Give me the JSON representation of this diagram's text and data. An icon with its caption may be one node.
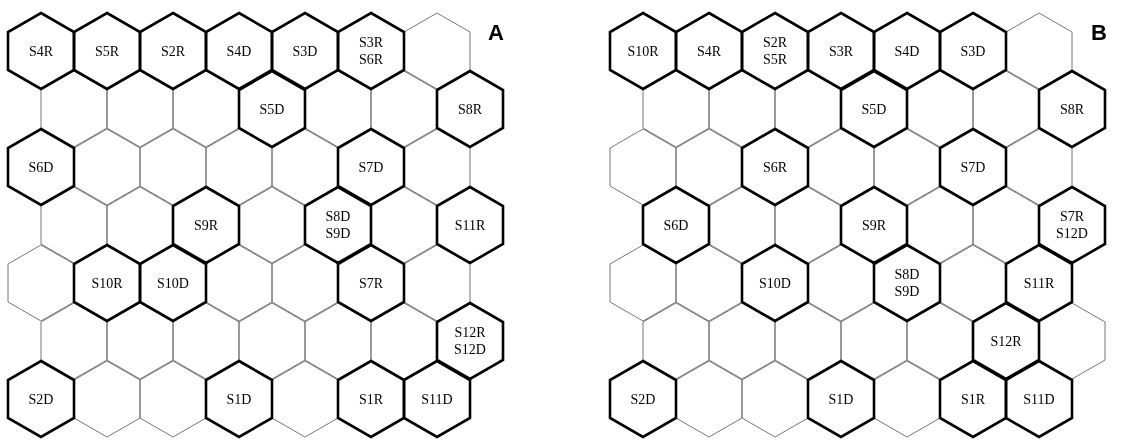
{
  "diagram": {
    "nodes": [
      {
        "text": [
          "S4R"
        ]
      },
      {
        "text": [
          "S5R"
        ]
      },
      {
        "text": [
          "S2R"
        ]
      },
      {
        "text": [
          "S4D"
        ]
      },
      {
        "text": [
          "S3D"
        ]
      },
      {
        "text": [
          "S3R",
          "S6R"
        ]
      },
      {
        "text": [],
        "shape": "hexagon"
      },
      {
        "text": [],
        "shape": "hexagon"
      },
      {
        "text": [],
        "shape": "hexagon"
      },
      {
        "text": [],
        "shape": "hexagon"
      },
      {
        "text": [
          "S5D"
        ]
      },
      {
        "text": [],
        "shape": "hexagon"
      },
      {
        "text": [],
        "shape": "hexagon"
      },
      {
        "text": [
          "S8R"
        ]
      },
      {
        "text": [
          "S6D"
        ]
      },
      {
        "text": [],
        "shape": "hexagon"
      },
      {
        "text": [],
        "shape": "hexagon"
      },
      {
        "text": [],
        "shape": "hexagon"
      },
      {
        "text": [],
        "shape": "hexagon"
      },
      {
        "text": [
          "S7D"
        ]
      },
      {
        "text": [],
        "shape": "hexagon"
      },
      {
        "text": [],
        "shape": "hexagon"
      },
      {
        "text": [],
        "shape": "hexagon"
      },
      {
        "text": [
          "S9R"
        ]
      },
      {
        "text": [],
        "shape": "hexagon"
      },
      {
        "text": [
          "S8D",
          "S9D"
        ]
      },
      {
        "text": [],
        "shape": "hexagon"
      },
      {
        "text": [
          "S11R"
        ]
      },
      {
        "text": [],
        "shape": "hexagon"
      },
      {
        "text": [
          "S10R"
        ]
      },
      {
        "text": [
          "S10D"
        ]
      },
      {
        "text": [],
        "shape": "hexagon"
      },
      {
        "text": [],
        "shape": "hexagon"
      },
      {
        "text": [
          "S7R"
        ]
      },
      {
        "text": [],
        "shape": "hexagon"
      },
      {
        "text": [],
        "shape": "hexagon"
      },
      {
        "text": [],
        "shape": "hexagon"
      },
      {
        "text": [],
        "shape": "hexagon"
      },
      {
        "text": [],
        "shape": "hexagon"
      },
      {
        "text": [],
        "shape": "hexagon"
      },
      {
        "text": [],
        "shape": "hexagon"
      },
      {
        "text": [
          "S12R",
          "S12D"
        ]
      },
      {
        "text": [
          "S2D"
        ]
      },
      {
        "text": [],
        "shape": "hexagon"
      },
      {
        "text": [],
        "shape": "hexagon"
      },
      {
        "text": [
          "S1D"
        ]
      },
      {
        "text": [],
        "shape": "hexagon"
      },
      {
        "text": [
          "S1R"
        ]
      },
      {
        "text": [
          "S11D"
        ]
      },
      {
        "text": [
          "S10R"
        ]
      },
      {
        "text": [
          "S4R"
        ]
      },
      {
        "text": [
          "S2R",
          "S5R"
        ]
      },
      {
        "text": [
          "S3R"
        ]
      },
      {
        "text": [
          "S4D"
        ]
      },
      {
        "text": [
          "S3D"
        ]
      },
      {
        "text": [],
        "shape": "hexagon"
      },
      {
        "text": [],
        "shape": "hexagon"
      },
      {
        "text": [],
        "shape": "hexagon"
      },
      {
        "text": [],
        "shape": "hexagon"
      },
      {
        "text": [
          "S5D"
        ]
      },
      {
        "text": [],
        "shape": "hexagon"
      },
      {
        "text": [],
        "shape": "hexagon"
      },
      {
        "text": [
          "S8R"
        ]
      },
      {
        "text": [],
        "shape": "hexagon"
      },
      {
        "text": [],
        "shape": "hexagon"
      },
      {
        "text": [
          "S6R"
        ]
      },
      {
        "text": [],
        "shape": "hexagon"
      },
      {
        "text": [],
        "shape": "hexagon"
      },
      {
        "text": [
          "S7D"
        ]
      },
      {
        "text": [],
        "shape": "hexagon"
      },
      {
        "text": [
          "S6D"
        ]
      },
      {
        "text": [],
        "shape": "hexagon"
      },
      {
        "text": [],
        "shape": "hexagon"
      },
      {
        "text": [
          "S9R"
        ]
      },
      {
        "text": [],
        "shape": "hexagon"
      },
      {
        "text": [],
        "shape": "hexagon"
      },
      {
        "text": [
          "S7R",
          "S12D"
        ]
      },
      {
        "text": [],
        "shape": "hexagon"
      },
      {
        "text": [],
        "shape": "hexagon"
      },
      {
        "text": [
          "S10D"
        ]
      },
      {
        "text": [],
        "shape": "hexagon"
      },
      {
        "text": [
          "S8D",
          "S9D"
        ]
      },
      {
        "text": [],
        "shape": "hexagon"
      },
      {
        "text": [
          "S11R"
        ]
      },
      {
        "text": [],
        "shape": "hexagon"
      },
      {
        "text": [],
        "shape": "hexagon"
      },
      {
        "text": [],
        "shape": "hexagon"
      },
      {
        "text": [],
        "shape": "hexagon"
      },
      {
        "text": [],
        "shape": "hexagon"
      },
      {
        "text": [
          "S12R"
        ]
      },
      {
        "text": [],
        "shape": "hexagon"
      },
      {
        "text": [
          "S2D"
        ]
      },
      {
        "text": [],
        "shape": "hexagon"
      },
      {
        "text": [],
        "shape": "hexagon"
      },
      {
        "text": [
          "S1D"
        ]
      },
      {
        "text": [],
        "shape": "hexagon"
      },
      {
        "text": [
          "S1R"
        ]
      },
      {
        "text": [
          "S11D"
        ]
      }
    ],
    "labels": [
      "A",
      "B"
    ]
  }
}
